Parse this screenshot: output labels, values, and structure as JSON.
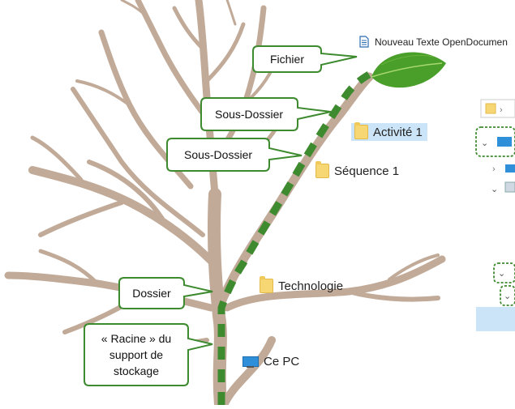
{
  "callouts": {
    "fichier": "Fichier",
    "sous_dossier_1": "Sous-Dossier",
    "sous_dossier_2": "Sous-Dossier",
    "dossier": "Dossier",
    "racine_line1": "« Racine » du",
    "racine_line2": "support de",
    "racine_line3": "stockage"
  },
  "labels": {
    "file": "Nouveau Texte OpenDocumen",
    "activite": "Activité 1",
    "sequence": "Séquence 1",
    "technologie": "Technologie",
    "ce_pc": "Ce PC"
  },
  "colors": {
    "branch": "#c1aa98",
    "path": "#3d8a2f",
    "callout_border": "#3d8a2f",
    "selection": "#cce4f7",
    "folder": "#f7d774"
  },
  "icons": [
    "folder-icon",
    "pc-icon",
    "document-icon",
    "leaf",
    "chevron-icon"
  ]
}
